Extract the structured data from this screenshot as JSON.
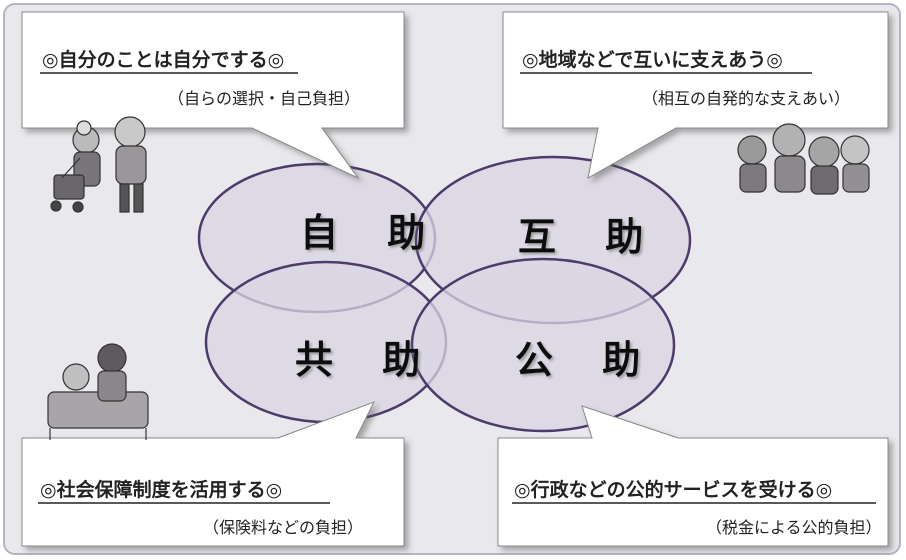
{
  "circles": {
    "self_help": "自 助",
    "mutual_help": "互 助",
    "social_help": "共 助",
    "public_help": "公 助"
  },
  "callouts": {
    "top_left": {
      "title": "◎自分のことは自分でする◎",
      "subtitle": "（自らの選択・自己負担）"
    },
    "top_right": {
      "title": "◎地域などで互いに支えあう◎",
      "subtitle": "（相互の自発的な支えあい）"
    },
    "bottom_left": {
      "title": "◎社会保障制度を活用する◎",
      "subtitle": "（保険料などの負担）"
    },
    "bottom_right": {
      "title": "◎行政などの公的サービスを受ける◎",
      "subtitle": "（税金による公的負担）"
    }
  },
  "colors": {
    "circle_fill": "#d9d3e3",
    "circle_stroke": "#4b3a6a",
    "overlap_fill": "#c4bad3"
  }
}
